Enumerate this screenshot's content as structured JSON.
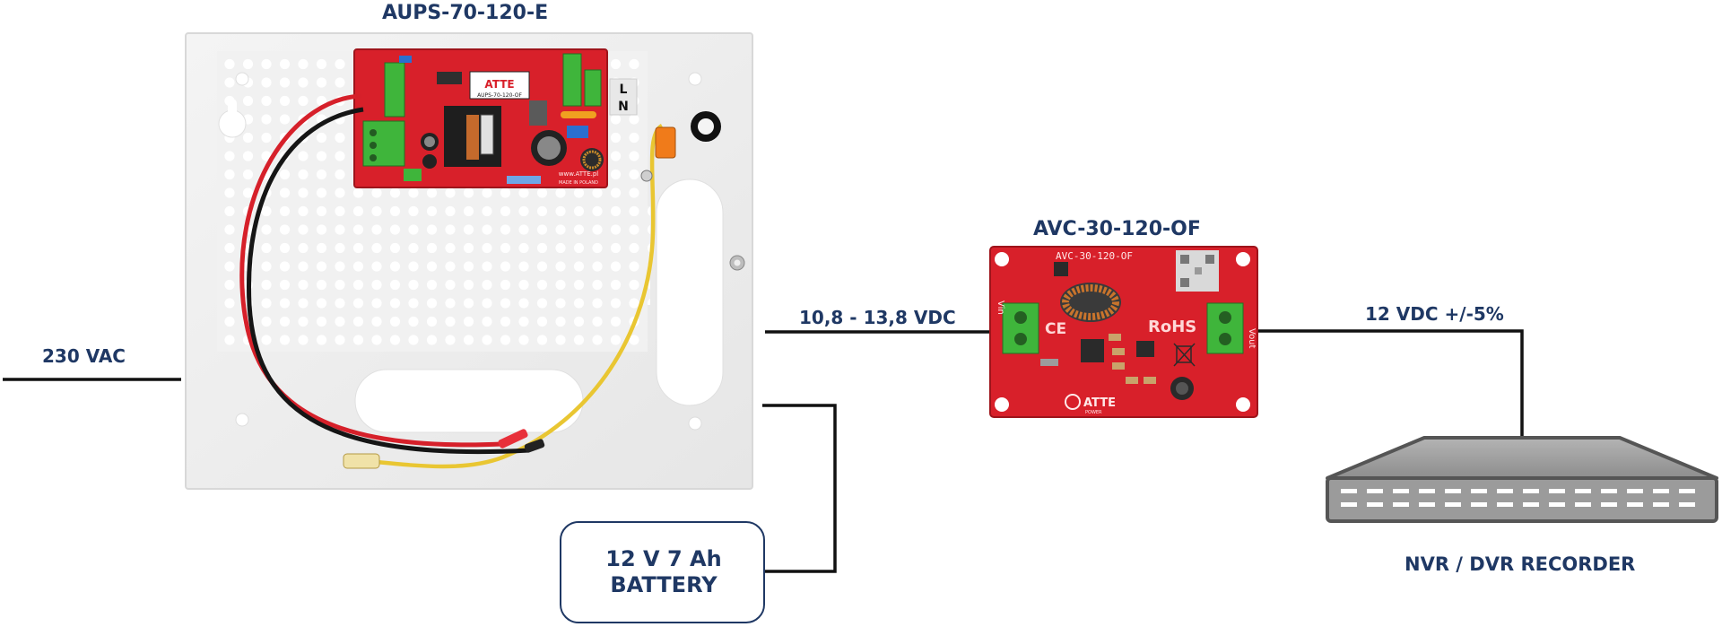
{
  "labels": {
    "ups_model": "AUPS-70-120-E",
    "converter_model": "AVC-30-120-OF",
    "ac_input": "230 VAC",
    "ups_output_range": "10,8 - 13,8 VDC",
    "converter_output": "12 VDC +/-5%",
    "recorder": "NVR / DVR RECORDER",
    "battery_line1": "12 V 7 Ah",
    "battery_line2": "BATTERY"
  },
  "pcb_text": {
    "ups_logo": "ATTE",
    "ups_model_small": "AUPS-70-120-OF",
    "ups_url": "www.ATTE.pl",
    "ups_made": "MADE IN POLAND",
    "ups_terminal_l": "L",
    "ups_terminal_n": "N",
    "conv_model_small": "AVC-30-120-OF",
    "conv_rohs": "RoHS",
    "conv_ce": "CE",
    "conv_logo": "ATTE",
    "conv_power": "POWER",
    "conv_vin": "Vin",
    "conv_vout": "Vout"
  },
  "colors": {
    "label_text": "#1f3864",
    "wire": "#111111",
    "pcb_red": "#d8202a",
    "enclosure": "#f1f1f1",
    "terminal_green": "#3fb53b",
    "battery_border": "#1f3864"
  }
}
